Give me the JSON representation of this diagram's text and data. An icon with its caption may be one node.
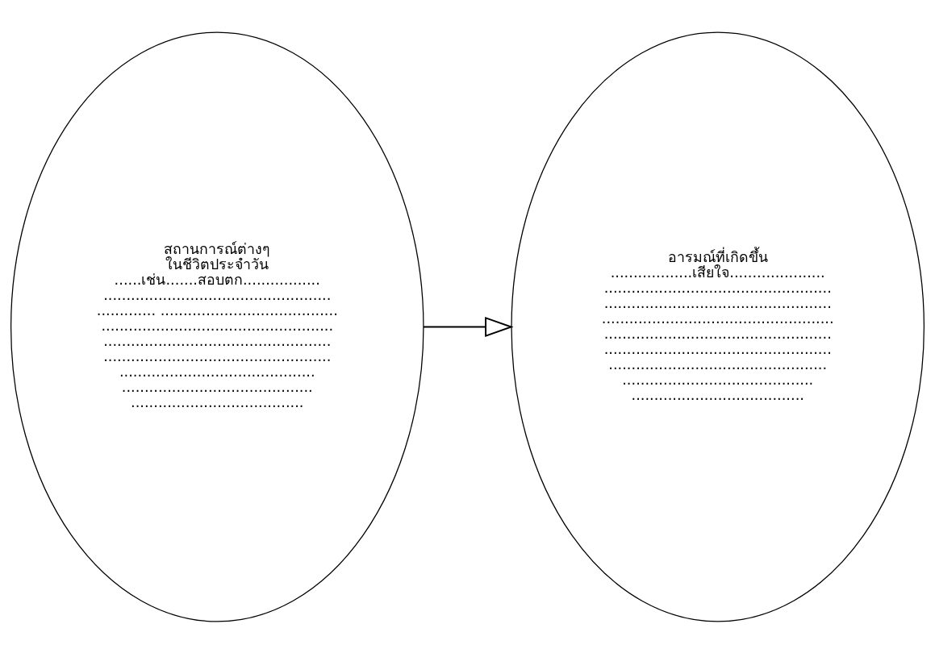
{
  "diagram": {
    "nodes": [
      {
        "text": [
          "สถานการณ์ต่างๆ",
          "ในชีวิตประจำวัน",
          "......เช่น.......สอบตก.................",
          "..................................................",
          "............. .......................................",
          "...................................................",
          "..................................................",
          "..................................................",
          "...........................................",
          "..........................................",
          "......................................"
        ]
      },
      {
        "text": [
          "อารมณ์ที่เกิดขึ้น",
          "..................เสียใจ.....................",
          "..................................................",
          "..................................................",
          "...................................................",
          "..................................................",
          "..................................................",
          "................................................",
          "..........................................",
          "......................................"
        ]
      }
    ],
    "edges": [
      {
        "from": 0,
        "to": 1,
        "arrow": "to"
      }
    ]
  }
}
